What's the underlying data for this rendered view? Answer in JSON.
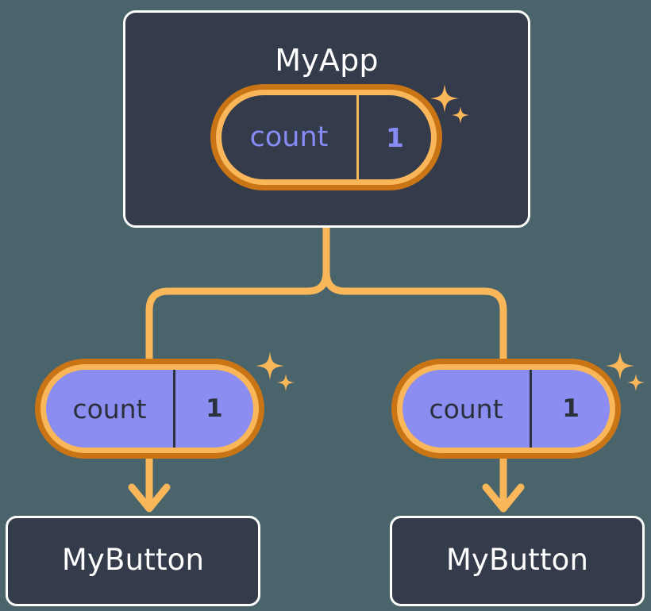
{
  "diagram": {
    "type": "component-state-tree",
    "background_color": "#4a646c",
    "accent_color": "#f9b75a",
    "accent_dark_color": "#c97415",
    "card_color": "#343b4a",
    "state_fill_color": "#8b8ef0",
    "state_text_color": "#878cf5"
  },
  "root": {
    "title": "MyApp",
    "state": {
      "key": "count",
      "value": "1",
      "style": "dark",
      "sparkle": "sparkle-icon"
    }
  },
  "children": [
    {
      "state": {
        "key": "count",
        "value": "1",
        "style": "purple",
        "sparkle": "sparkle-icon"
      },
      "component": {
        "title": "MyButton"
      },
      "arrow": "arrow-down-icon"
    },
    {
      "state": {
        "key": "count",
        "value": "1",
        "style": "purple",
        "sparkle": "sparkle-icon"
      },
      "component": {
        "title": "MyButton"
      },
      "arrow": "arrow-down-icon"
    }
  ],
  "connectors": {
    "trunk": "tree-branch-connector",
    "left_branch": "branch-line-left",
    "right_branch": "branch-line-right"
  }
}
